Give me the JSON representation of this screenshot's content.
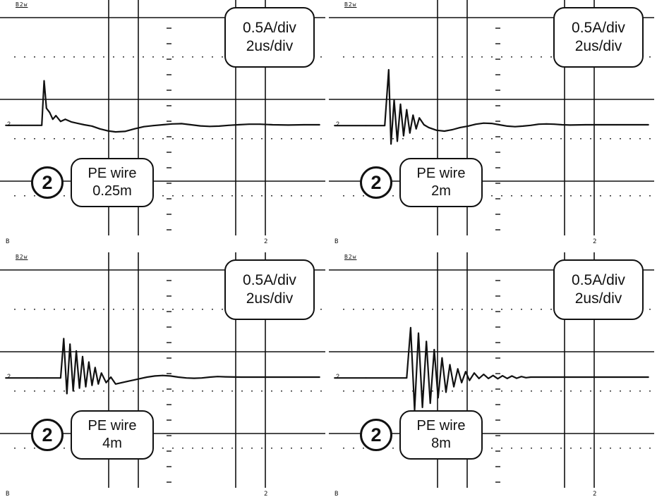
{
  "chart_data": [
    {
      "type": "line",
      "channel": "2",
      "scale_line1": "0.5A/div",
      "scale_line2": "2us/div",
      "label_line1": "PE wire",
      "label_line2": "0.25m",
      "marker": "2",
      "foot_left": "B",
      "foot_right": "2",
      "top_tag": "B2w",
      "series": [
        {
          "x": [
            0,
            1,
            2,
            2.3,
            2.45,
            2.6,
            2.8,
            3.0,
            3.2,
            3.5,
            3.8,
            4.2,
            4.6,
            5.0,
            5.5,
            6.0,
            6.5,
            7.0,
            7.6,
            8.2,
            8.8,
            9.4,
            10.0,
            10.6,
            11.2,
            11.8,
            12.4,
            13.0,
            13.6,
            14.2,
            14.8,
            15.5,
            16.2,
            17.0,
            18.0,
            19.0,
            20.0
          ],
          "y": [
            -0.02,
            -0.02,
            -0.02,
            -0.02,
            1.6,
            0.6,
            0.45,
            0.2,
            0.33,
            0.12,
            0.2,
            0.1,
            0.05,
            0.0,
            -0.05,
            -0.15,
            -0.22,
            -0.26,
            -0.24,
            -0.15,
            -0.07,
            -0.03,
            0.0,
            0.03,
            0.04,
            0.0,
            -0.04,
            -0.06,
            -0.05,
            -0.02,
            0.0,
            0.02,
            0.02,
            0.0,
            -0.01,
            0.0,
            0.0
          ]
        }
      ]
    },
    {
      "type": "line",
      "channel": "2",
      "scale_line1": "0.5A/div",
      "scale_line2": "2us/div",
      "label_line1": "PE wire",
      "label_line2": "2m",
      "marker": "2",
      "foot_left": "B",
      "foot_right": "2",
      "top_tag": "B2w",
      "series": [
        {
          "x": [
            0,
            2,
            3.2,
            3.45,
            3.6,
            3.8,
            4.0,
            4.2,
            4.4,
            4.6,
            4.8,
            5.0,
            5.2,
            5.4,
            5.7,
            6.0,
            6.5,
            7.0,
            7.5,
            8.0,
            8.5,
            9.0,
            9.5,
            10.0,
            10.5,
            11.0,
            11.5,
            12.0,
            12.5,
            13.0,
            13.5,
            14.0,
            14.5,
            15.0,
            16.0,
            17.0,
            18.0,
            20.0
          ],
          "y": [
            -0.03,
            -0.03,
            -0.03,
            2.0,
            -0.7,
            0.9,
            -0.6,
            0.75,
            -0.4,
            0.55,
            -0.3,
            0.35,
            -0.15,
            0.25,
            0.0,
            -0.1,
            -0.2,
            -0.23,
            -0.18,
            -0.1,
            -0.05,
            0.02,
            0.06,
            0.05,
            0.0,
            -0.05,
            -0.07,
            -0.05,
            -0.02,
            0.02,
            0.03,
            0.02,
            0.0,
            -0.01,
            0.0,
            0.0,
            0.0,
            0.0
          ]
        }
      ]
    },
    {
      "type": "line",
      "channel": "2",
      "scale_line1": "0.5A/div",
      "scale_line2": "2us/div",
      "label_line1": "PE wire",
      "label_line2": "4m",
      "marker": "2",
      "foot_left": "B",
      "foot_right": "2",
      "top_tag": "B2w",
      "series": [
        {
          "x": [
            0,
            2,
            3.5,
            3.7,
            3.9,
            4.1,
            4.3,
            4.5,
            4.7,
            4.9,
            5.1,
            5.3,
            5.5,
            5.7,
            5.9,
            6.1,
            6.4,
            6.7,
            7.0,
            7.4,
            7.8,
            8.2,
            8.6,
            9.0,
            9.5,
            10.0,
            10.5,
            11.0,
            11.5,
            12.0,
            12.5,
            13.0,
            13.5,
            14.0,
            15.0,
            16.0,
            18.0,
            20.0
          ],
          "y": [
            -0.03,
            -0.03,
            -0.03,
            1.4,
            -0.6,
            1.2,
            -0.5,
            0.95,
            -0.4,
            0.75,
            -0.35,
            0.55,
            -0.3,
            0.35,
            -0.25,
            0.15,
            -0.2,
            0.0,
            -0.25,
            -0.2,
            -0.15,
            -0.1,
            -0.05,
            0.0,
            0.04,
            0.06,
            0.04,
            0.0,
            -0.03,
            -0.04,
            -0.03,
            0.0,
            0.02,
            0.01,
            0.0,
            0.0,
            0.0,
            0.0
          ]
        }
      ]
    },
    {
      "type": "line",
      "channel": "2",
      "scale_line1": "0.5A/div",
      "scale_line2": "2us/div",
      "label_line1": "PE wire",
      "label_line2": "8m",
      "marker": "2",
      "foot_left": "B",
      "foot_right": "2",
      "top_tag": "B2w",
      "series": [
        {
          "x": [
            0,
            2,
            4.6,
            4.85,
            5.1,
            5.35,
            5.6,
            5.85,
            6.1,
            6.35,
            6.6,
            6.85,
            7.1,
            7.35,
            7.6,
            7.85,
            8.1,
            8.35,
            8.6,
            8.9,
            9.2,
            9.5,
            9.8,
            10.1,
            10.4,
            10.7,
            11.0,
            11.3,
            11.6,
            11.9,
            12.2,
            12.5,
            13.0,
            13.5,
            14.0,
            15.0,
            16.0,
            18.0,
            20.0
          ],
          "y": [
            -0.03,
            -0.03,
            -0.03,
            1.8,
            -1.2,
            1.6,
            -1.1,
            1.3,
            -0.95,
            1.0,
            -0.75,
            0.7,
            -0.55,
            0.45,
            -0.35,
            0.3,
            -0.2,
            0.2,
            -0.12,
            0.15,
            -0.05,
            0.1,
            -0.05,
            0.06,
            -0.06,
            0.05,
            -0.05,
            0.04,
            -0.04,
            0.02,
            -0.02,
            0.0,
            0.0,
            0.0,
            0.0,
            0.0,
            0.0,
            0.0,
            0.0
          ]
        }
      ]
    }
  ]
}
